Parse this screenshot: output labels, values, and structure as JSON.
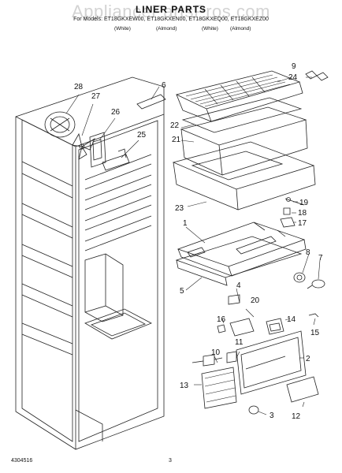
{
  "watermark": "AppliancePartsPros.com",
  "header": {
    "title": "LINER PARTS",
    "models": "For Models: ET18GKXEW00, ET18GKXEN00, ET18GKXEQ00, ET18GKXEZ00",
    "colors": [
      "(White)",
      "(Almond)",
      "(White)",
      "(Almond)"
    ]
  },
  "callouts": [
    "1",
    "2",
    "3",
    "4",
    "5",
    "6",
    "7",
    "8",
    "9",
    "10",
    "11",
    "12",
    "13",
    "14",
    "15",
    "16",
    "17",
    "18",
    "19",
    "20",
    "21",
    "22",
    "23",
    "24",
    "25",
    "26",
    "27",
    "28"
  ],
  "footer": {
    "doc_code": "4304516",
    "page": "3"
  }
}
